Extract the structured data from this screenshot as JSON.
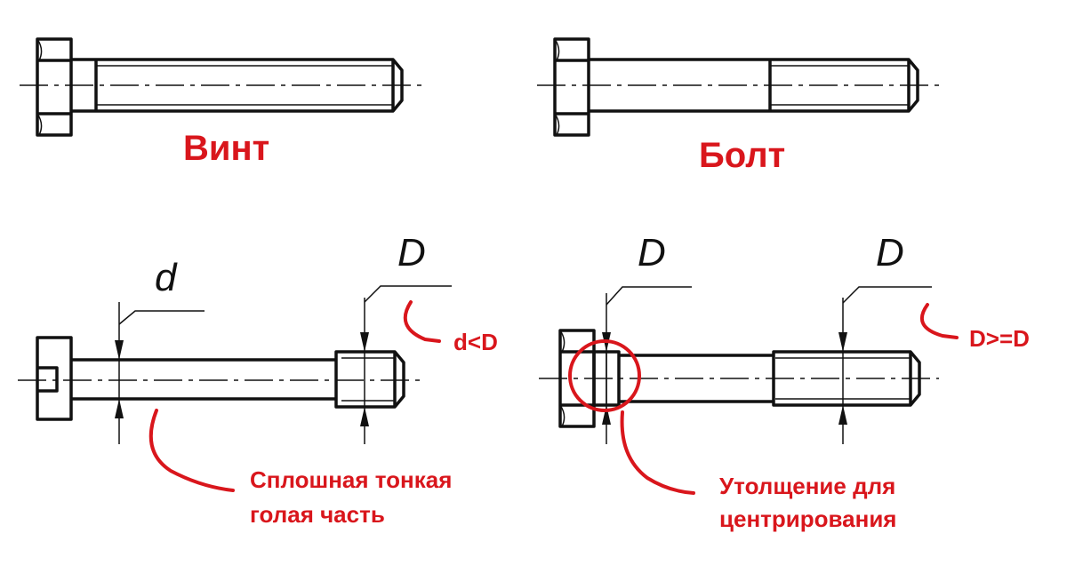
{
  "labels": {
    "vint": "Винт",
    "bolt": "Болт",
    "dim_small": "d",
    "dim_big_1": "D",
    "dim_big_2": "D",
    "dim_big_3": "D",
    "cond_1": "d<D",
    "cond_2": "D>=D",
    "note_1_line1": "Сплошная тонкая",
    "note_1_line2": "голая часть",
    "note_2_line1": "Утолщение для",
    "note_2_line2": "центрирования"
  },
  "colors": {
    "line": "#111111",
    "accent": "#d9161c"
  }
}
